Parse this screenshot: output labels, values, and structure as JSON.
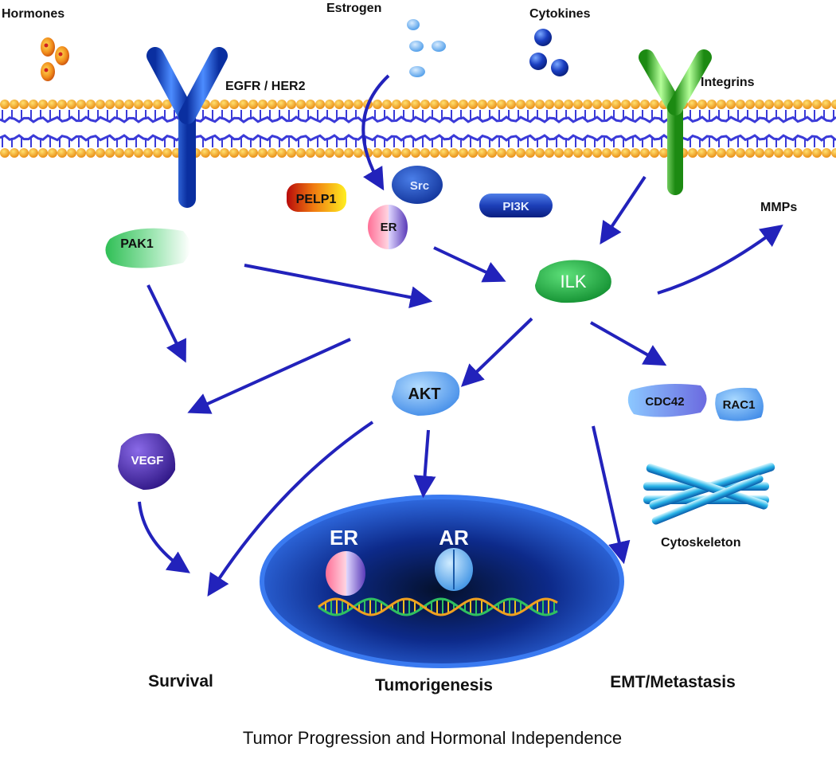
{
  "labels": {
    "hormones": "Hormones",
    "estrogen": "Estrogen",
    "cytokines": "Cytokines",
    "egfr": "EGFR / HER2",
    "integrins": "Integrins",
    "mmps": "MMPs",
    "cytoskeleton": "Cytoskeleton"
  },
  "nodes": {
    "pelp1": "PELP1",
    "src": "Src",
    "er_membrane": "ER",
    "pi3k": "PI3K",
    "pak1": "PAK1",
    "ilk": "ILK",
    "akt": "AKT",
    "cdc42": "CDC42",
    "rac1": "RAC1",
    "vegf": "VEGF",
    "er_nucleus": "ER",
    "ar_nucleus": "AR"
  },
  "outcomes": {
    "survival": "Survival",
    "tumorigenesis": "Tumorigenesis",
    "emt": "EMT/Metastasis"
  },
  "footer_title": "Tumor Progression and Hormonal Independence",
  "colors": {
    "arrow": "#2222bb",
    "membrane_head": "#f2a61c",
    "membrane_tail": "#3a3ad8",
    "receptor_egfr": "#1e55d6",
    "receptor_integrin": "#35c02a",
    "nucleus": "#2f6ae0"
  }
}
